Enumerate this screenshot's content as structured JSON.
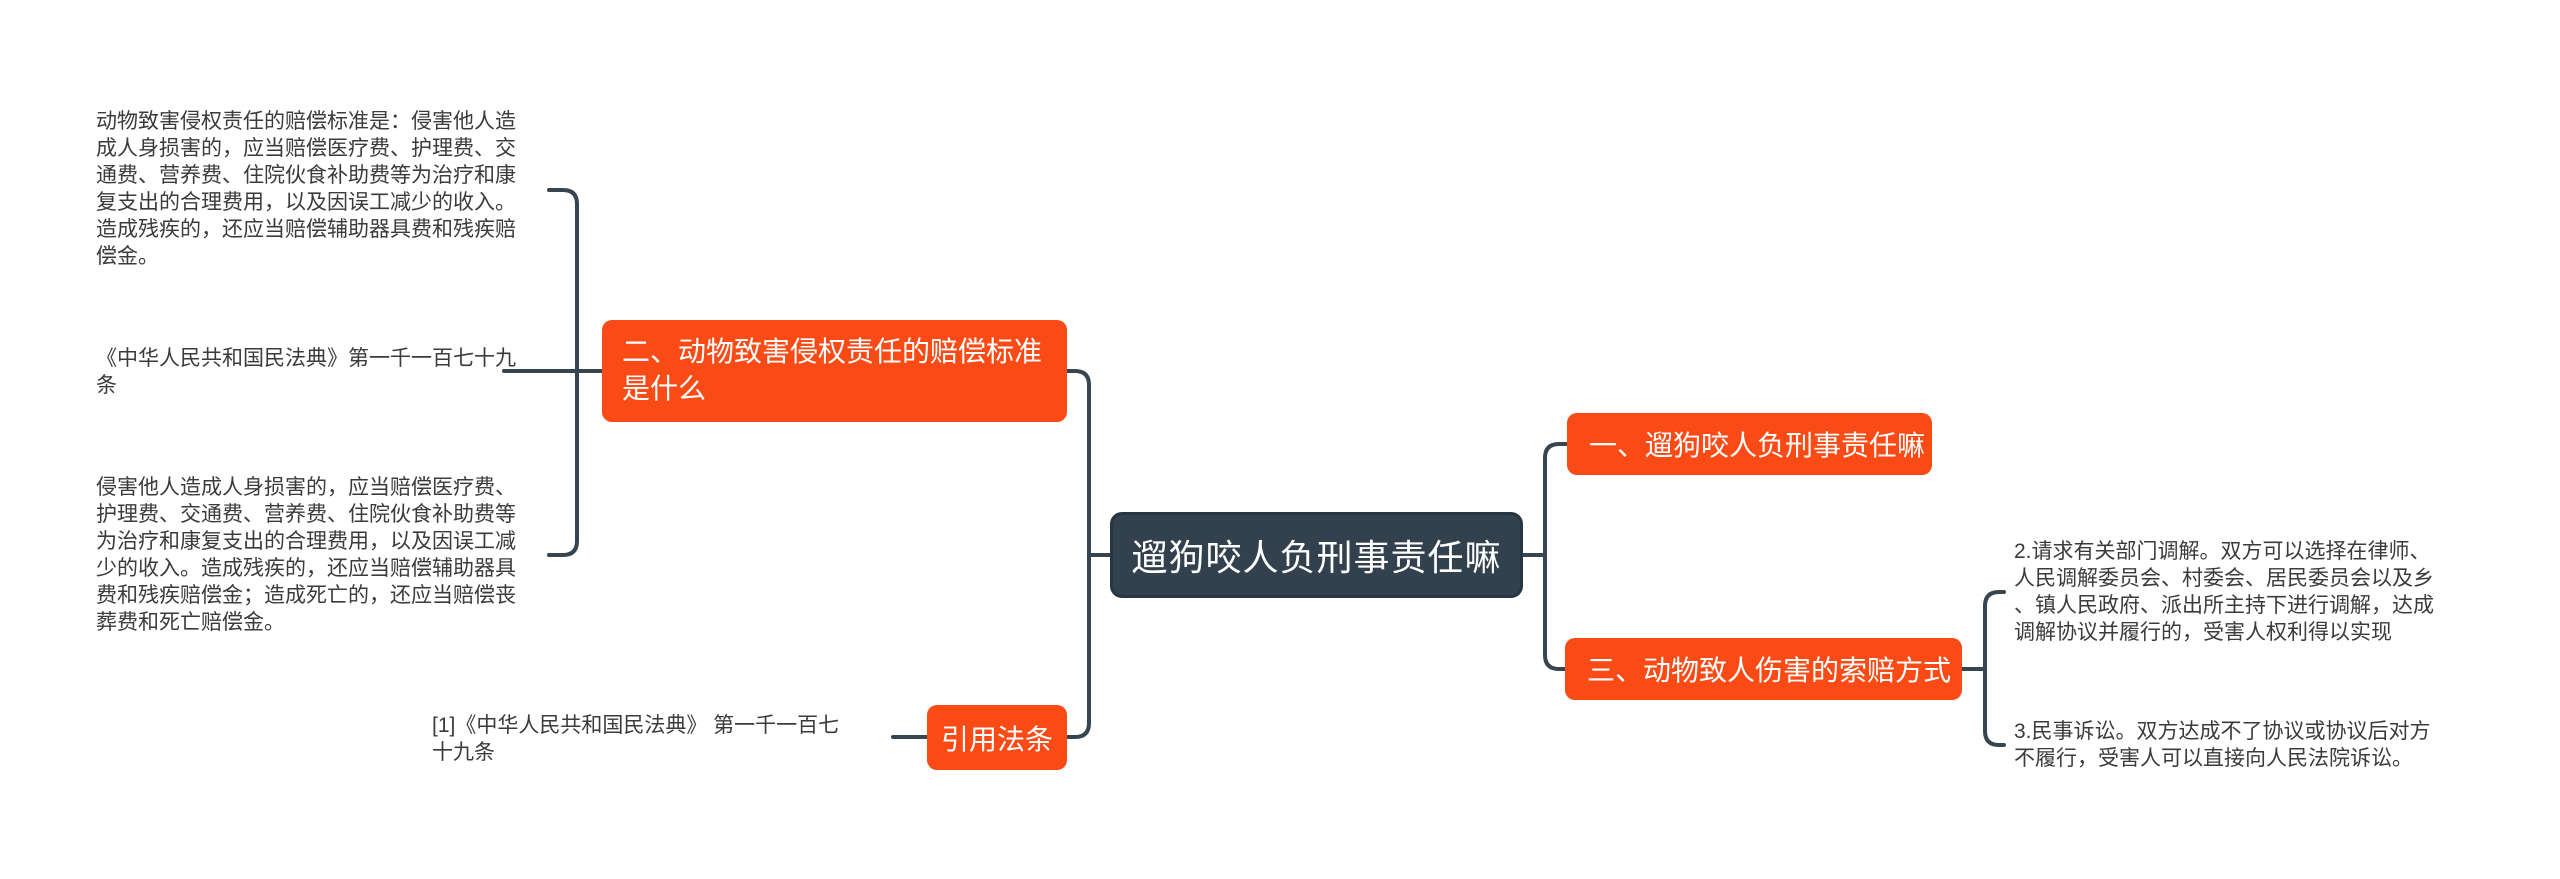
{
  "page": {
    "background_color": "#ffffff",
    "type": "mindmap-diagram"
  },
  "colors": {
    "branch_node_fill": "#fa4b16",
    "central_node_fill": "#33414e",
    "central_node_border": "#283641",
    "connector_line": "#36454f",
    "node_text": "#ffffff",
    "note_text": "#3b3b3b"
  },
  "mindmap": {
    "central_topic": {
      "label": "遛狗咬人负刑事责任嘛"
    },
    "branch_1": {
      "label": "一、遛狗咬人负刑事责任嘛"
    },
    "branch_2": {
      "label": "二、动物致害侵权责任的赔偿标准\n是什么",
      "note_standard": "动物致害侵权责任的赔偿标准是：侵害他人造\n成人身损害的，应当赔偿医疗费、护理费、交\n通费、营养费、住院伙食补助费等为治疗和康\n复支出的合理费用，以及因误工减少的收入。\n造成残疾的，还应当赔偿辅助器具费和残疾赔\n偿金。",
      "note_law": "《中华人民共和国民法典》第一千一百七十九\n条",
      "note_compensation": "侵害他人造成人身损害的，应当赔偿医疗费、\n护理费、交通费、营养费、住院伙食补助费等\n为治疗和康复支出的合理费用，以及因误工减\n少的收入。造成残疾的，还应当赔偿辅助器具\n费和残疾赔偿金；造成死亡的，还应当赔偿丧\n葬费和死亡赔偿金。"
    },
    "branch_3": {
      "label": "三、动物致人伤害的索赔方式",
      "note_mediation": "2.请求有关部门调解。双方可以选择在律师、\n人民调解委员会、村委会、居民委员会以及乡\n、镇人民政府、派出所主持下进行调解，达成\n调解协议并履行的，受害人权利得以实现",
      "note_litigation": "3.民事诉讼。双方达成不了协议或协议后对方\n不履行，受害人可以直接向人民法院诉讼。"
    },
    "citation_branch": {
      "label": "引用法条",
      "note_reference": "[1]《中华人民共和国民法典》 第一千一百七\n十九条"
    }
  }
}
